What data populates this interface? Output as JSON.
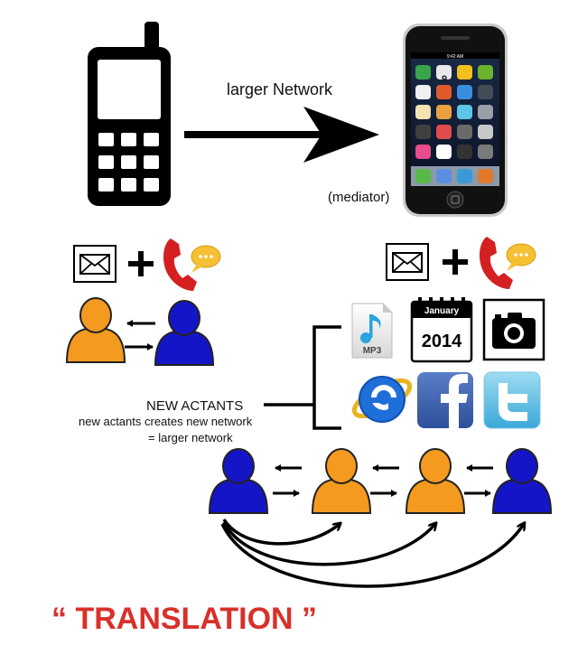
{
  "labels": {
    "larger_network": "larger Network",
    "mediator": "(mediator)",
    "new_actants": "NEW ACTANTS",
    "new_actants_desc": "new actants creates new network",
    "larger_network_eq": "= larger network",
    "translation": "“ TRANSLATION ”"
  },
  "icons": {
    "calendar_month": "January",
    "calendar_year": "2014",
    "mp3": "MP3",
    "phone_screen_time": "9:42 AM",
    "calendar_app_day": "9"
  },
  "colors": {
    "orange_person": "#f39a1f",
    "blue_person": "#1515c8",
    "translation_red": "#d9302a",
    "phone_red": "#d42020",
    "bubble_yellow": "#f5c033"
  }
}
